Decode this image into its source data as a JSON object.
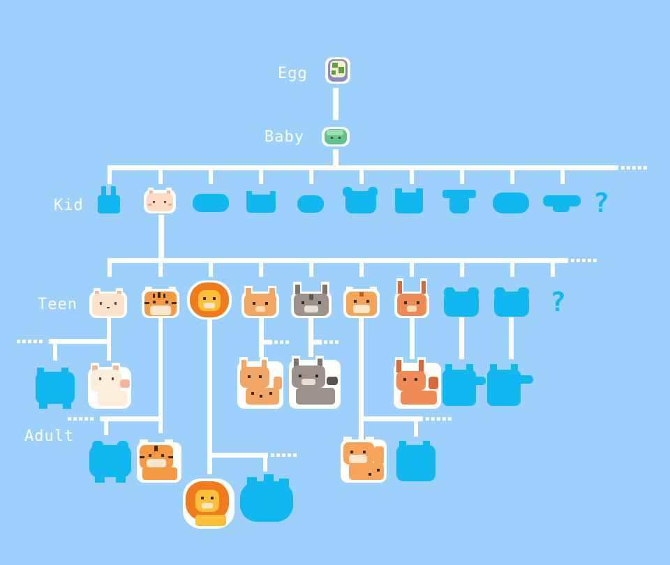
{
  "stages": {
    "egg": "Egg",
    "baby": "Baby",
    "kid": "Kid",
    "teen": "Teen",
    "adult": "Adult"
  },
  "unknown_marker": "?",
  "creatures": {
    "egg": "spotted-egg",
    "baby": "green-slime",
    "kid_unlocked": "cream-kitten",
    "teen_unlocked": [
      "cream-cat",
      "tiger-cub",
      "lion-cub",
      "orange-cat",
      "gray-tabby",
      "tiger-kitten",
      "caracal"
    ],
    "adult_unlocked": [
      "cream-cat-adult",
      "tiger-adult",
      "lion-adult",
      "serval-adult",
      "gray-tabby-adult",
      "caracal-adult",
      "cheetah-adult"
    ]
  },
  "colors": {
    "background": "#9dd0fb",
    "line": "#ffffff",
    "locked_silhouette": "#10b8ef",
    "label": "#ffffff"
  }
}
